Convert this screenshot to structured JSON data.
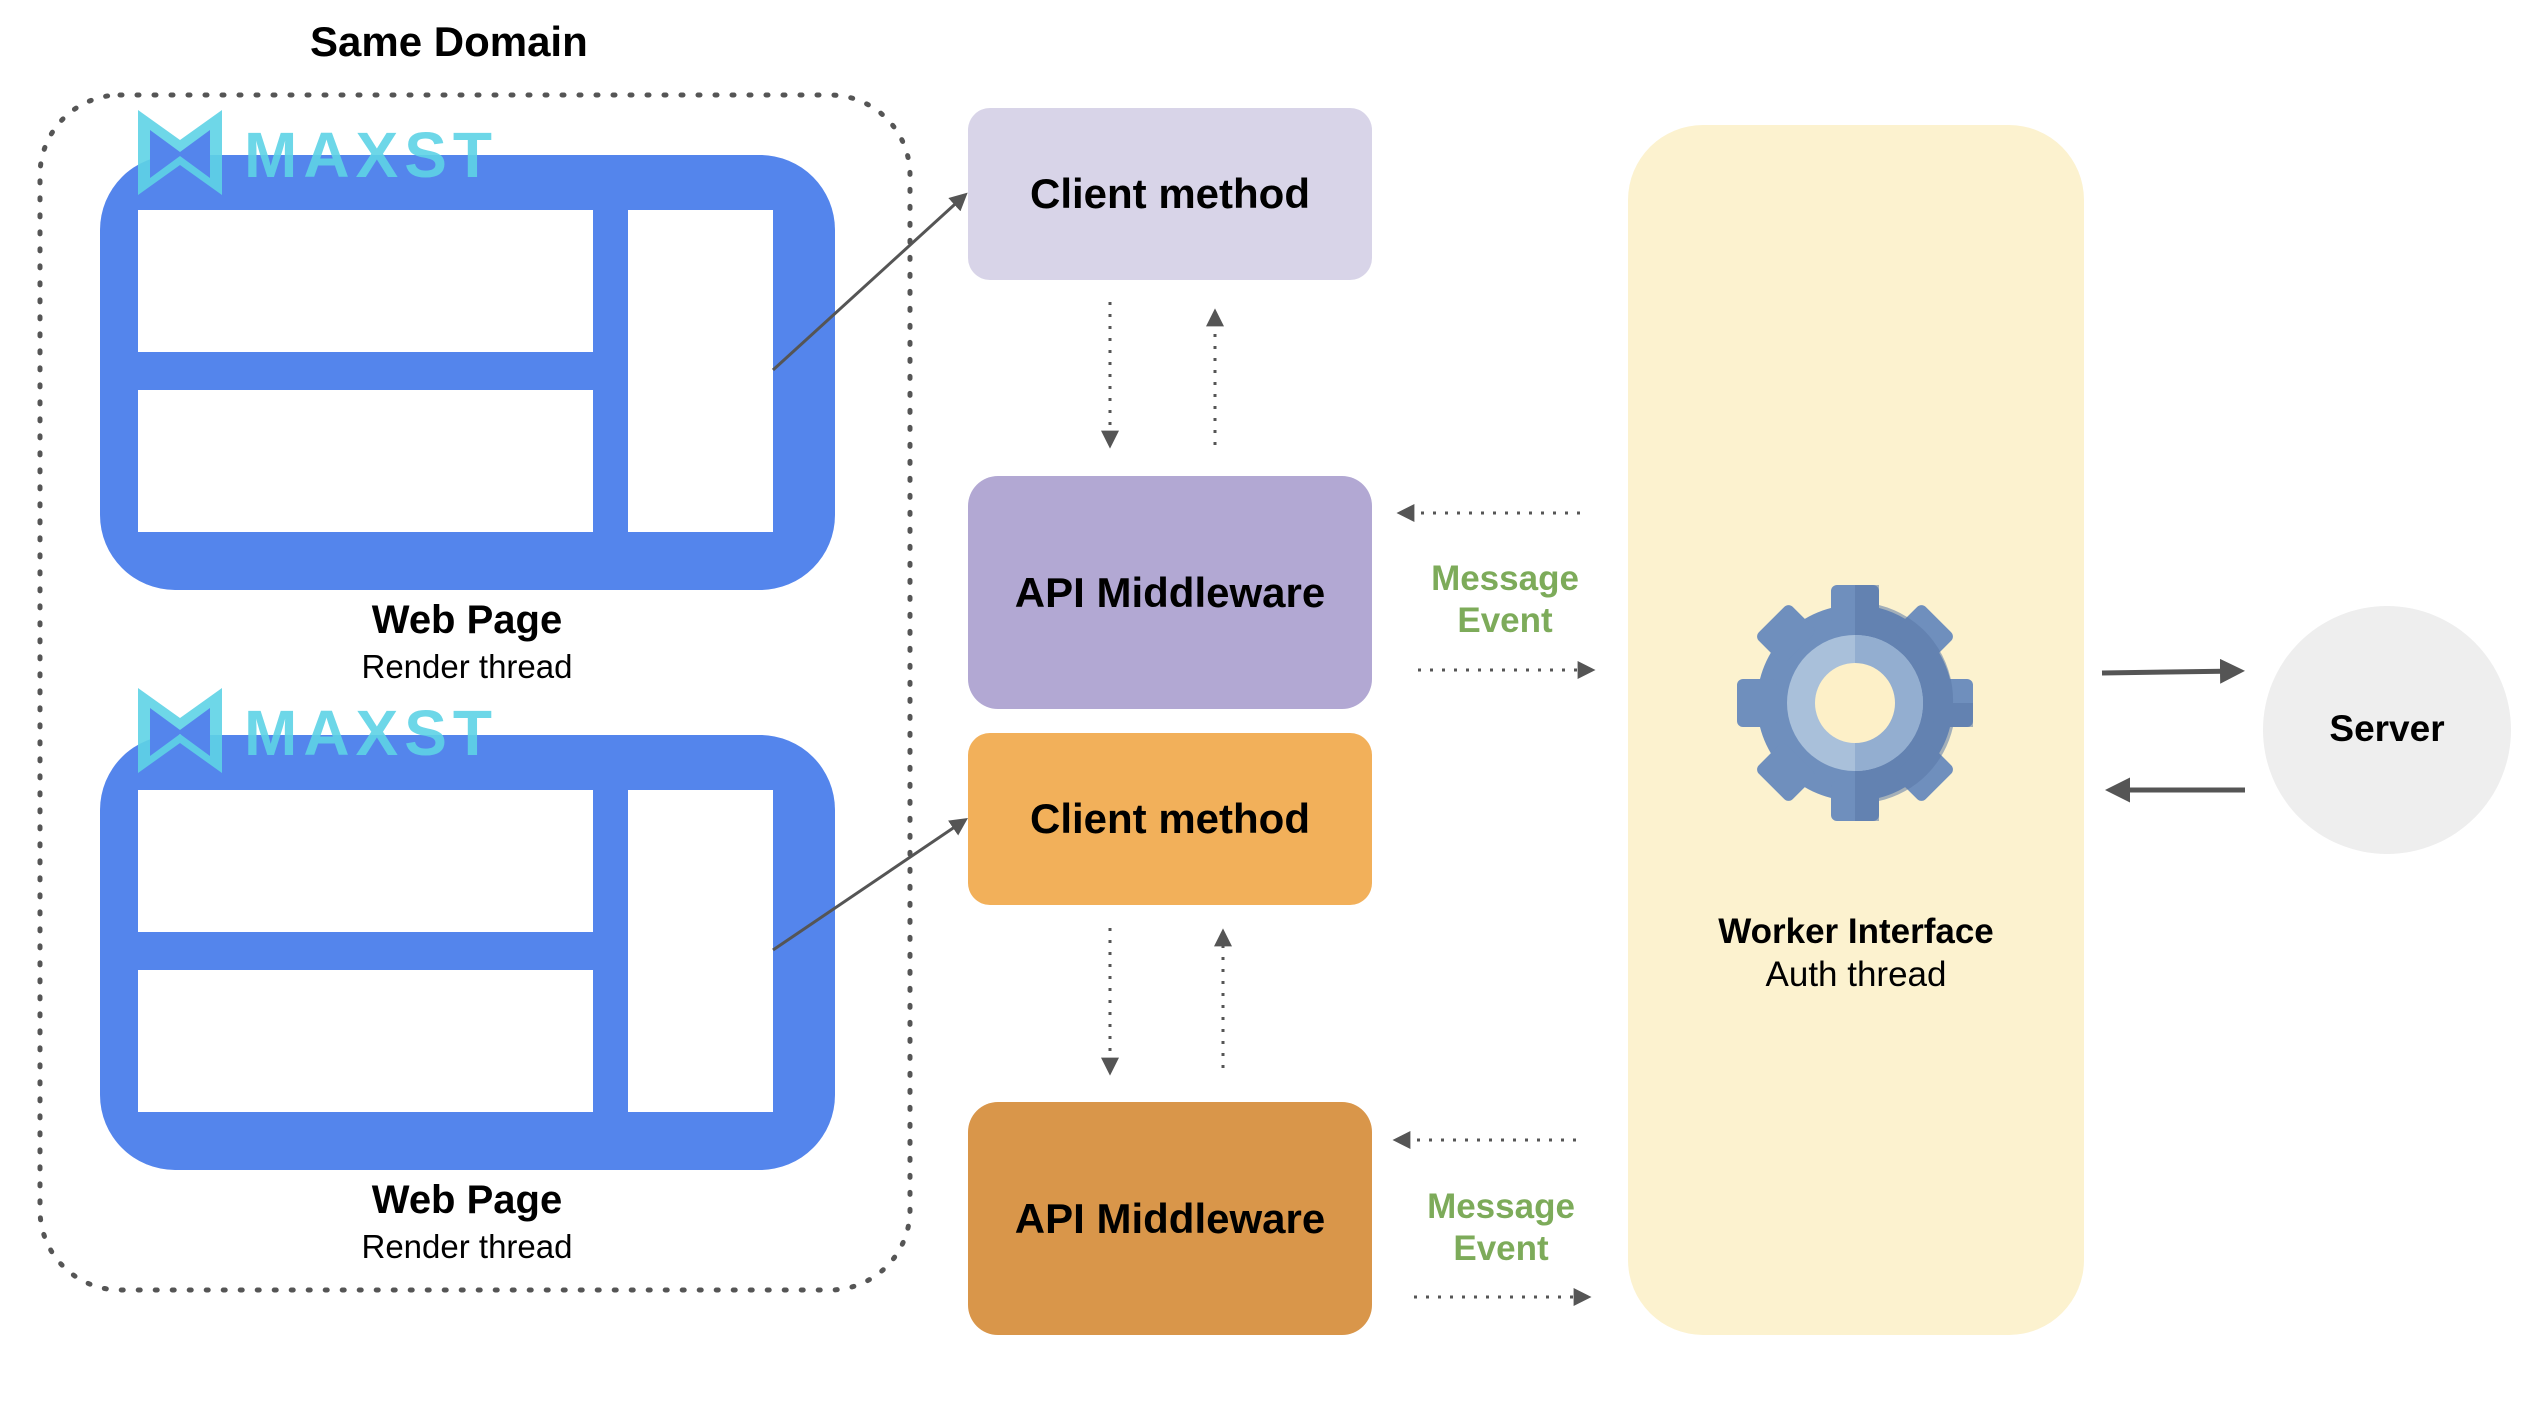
{
  "same_domain": {
    "title": "Same Domain"
  },
  "logo": {
    "text": "MAXST"
  },
  "web_pages": [
    {
      "title": "Web Page",
      "subtitle": "Render thread"
    },
    {
      "title": "Web Page",
      "subtitle": "Render thread"
    }
  ],
  "client_methods": [
    {
      "label": "Client method",
      "color": "#d8d4e8"
    },
    {
      "label": "Client method",
      "color": "#f2b05a"
    }
  ],
  "api_middlewares": [
    {
      "label": "API Middleware",
      "color": "#b2a8d3"
    },
    {
      "label": "API Middleware",
      "color": "#d9964a"
    }
  ],
  "message_events": [
    {
      "line1": "Message",
      "line2": "Event"
    },
    {
      "line1": "Message",
      "line2": "Event"
    }
  ],
  "worker": {
    "title": "Worker Interface",
    "subtitle": "Auth thread",
    "color": "#fcf2cf",
    "gear_icon": "gear-icon"
  },
  "server": {
    "label": "Server",
    "color": "#eeeeee"
  },
  "colors": {
    "web_page_blue": "#5485ec",
    "logo_cyan": "#5ed3e6",
    "green_text": "#7dab5a",
    "arrow": "#555555"
  }
}
